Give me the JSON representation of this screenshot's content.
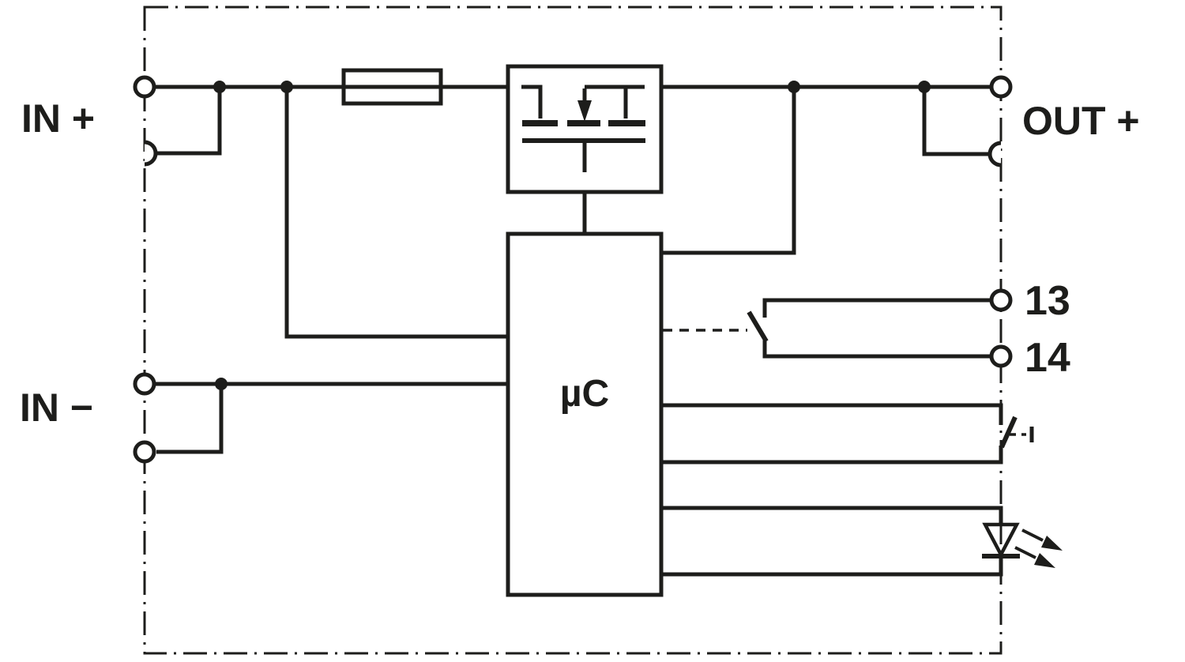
{
  "diagram": {
    "type": "block-circuit-diagram",
    "colors": {
      "line": "#1d1d1b",
      "background": "#ffffff"
    },
    "labels": {
      "in_plus": "IN +",
      "in_minus": "IN −",
      "out_plus": "OUT +",
      "terminal_13": "13",
      "terminal_14": "14",
      "microcontroller": "µC"
    },
    "components": [
      {
        "name": "device-boundary",
        "style": "dash-dot outline"
      },
      {
        "name": "input-plus-terminals",
        "label": "IN +"
      },
      {
        "name": "input-minus-terminals",
        "label": "IN −"
      },
      {
        "name": "output-plus-terminals",
        "label": "OUT +"
      },
      {
        "name": "fuse-symbol"
      },
      {
        "name": "mosfet-switch-symbol"
      },
      {
        "name": "microcontroller-block",
        "label": "µC"
      },
      {
        "name": "signal-contact",
        "terminals": [
          "13",
          "14"
        ]
      },
      {
        "name": "pushbutton-symbol"
      },
      {
        "name": "led-indicator-symbol"
      }
    ]
  }
}
